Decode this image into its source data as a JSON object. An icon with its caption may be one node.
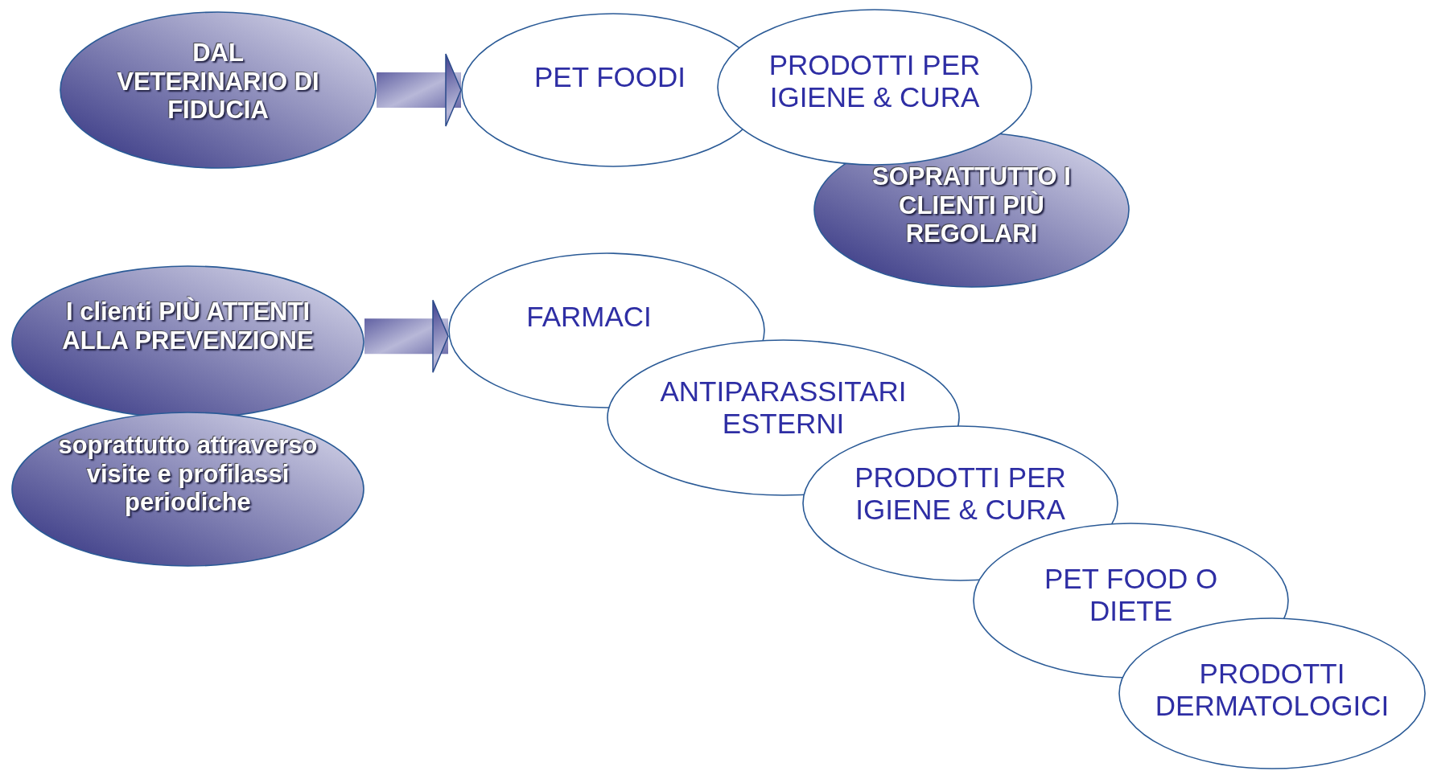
{
  "diagram": {
    "nodes": [
      {
        "text": [
          "DAL VETERINARIO DI FIDUCIA"
        ]
      },
      {
        "text": [
          "PET FOODI"
        ]
      },
      {
        "text": [
          "PRODOTTI PER IGIENE & CURA"
        ]
      },
      {
        "text": [
          "SOPRATTUTTO I CLIENTI PIÙ REGOLARI"
        ]
      },
      {
        "text": [
          "I clienti PIÙ ATTENTI ALLA PREVENZIONE"
        ]
      },
      {
        "text": [
          "soprattutto attraverso visite e profilassi periodiche"
        ]
      },
      {
        "text": [
          "FARMACI"
        ]
      },
      {
        "text": [
          "ANTIPARASSITARI ESTERNI"
        ]
      },
      {
        "text": [
          "PRODOTTI PER IGIENE & CURA"
        ]
      },
      {
        "text": [
          "PET FOOD O DIETE"
        ]
      },
      {
        "text": [
          "PRODOTTI DERMATOLOGICI"
        ]
      }
    ],
    "edges": [
      {
        "from": 0,
        "to": 1,
        "arrow": "to"
      },
      {
        "from": 4,
        "to": 6,
        "arrow": "to"
      }
    ]
  }
}
